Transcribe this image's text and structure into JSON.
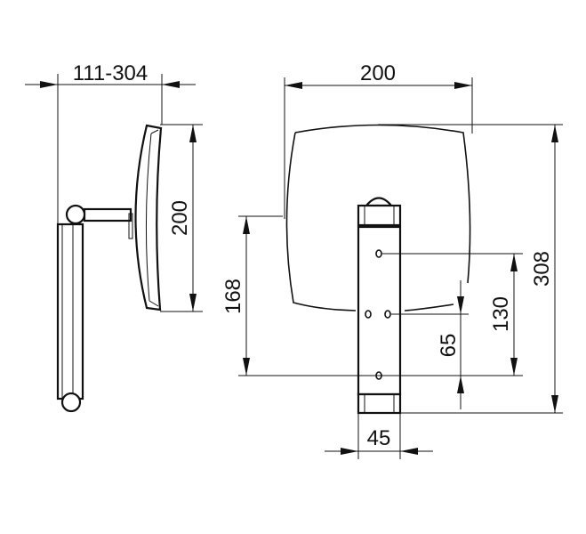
{
  "side_view": {
    "projection_label": "111-304",
    "height_label": "200"
  },
  "front_view": {
    "width_label": "200",
    "total_height_label": "308",
    "mount_height_label": "168",
    "hole_spacing_label": "130",
    "center_offset_label": "65",
    "bracket_width_label": "45"
  }
}
